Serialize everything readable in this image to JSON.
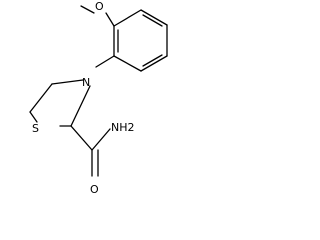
{
  "molecule": {
    "atoms": {
      "o_methoxy": "O",
      "n_ring": "N",
      "s_ring": "S",
      "o_carbonyl": "O",
      "nh2": "NH2"
    }
  }
}
